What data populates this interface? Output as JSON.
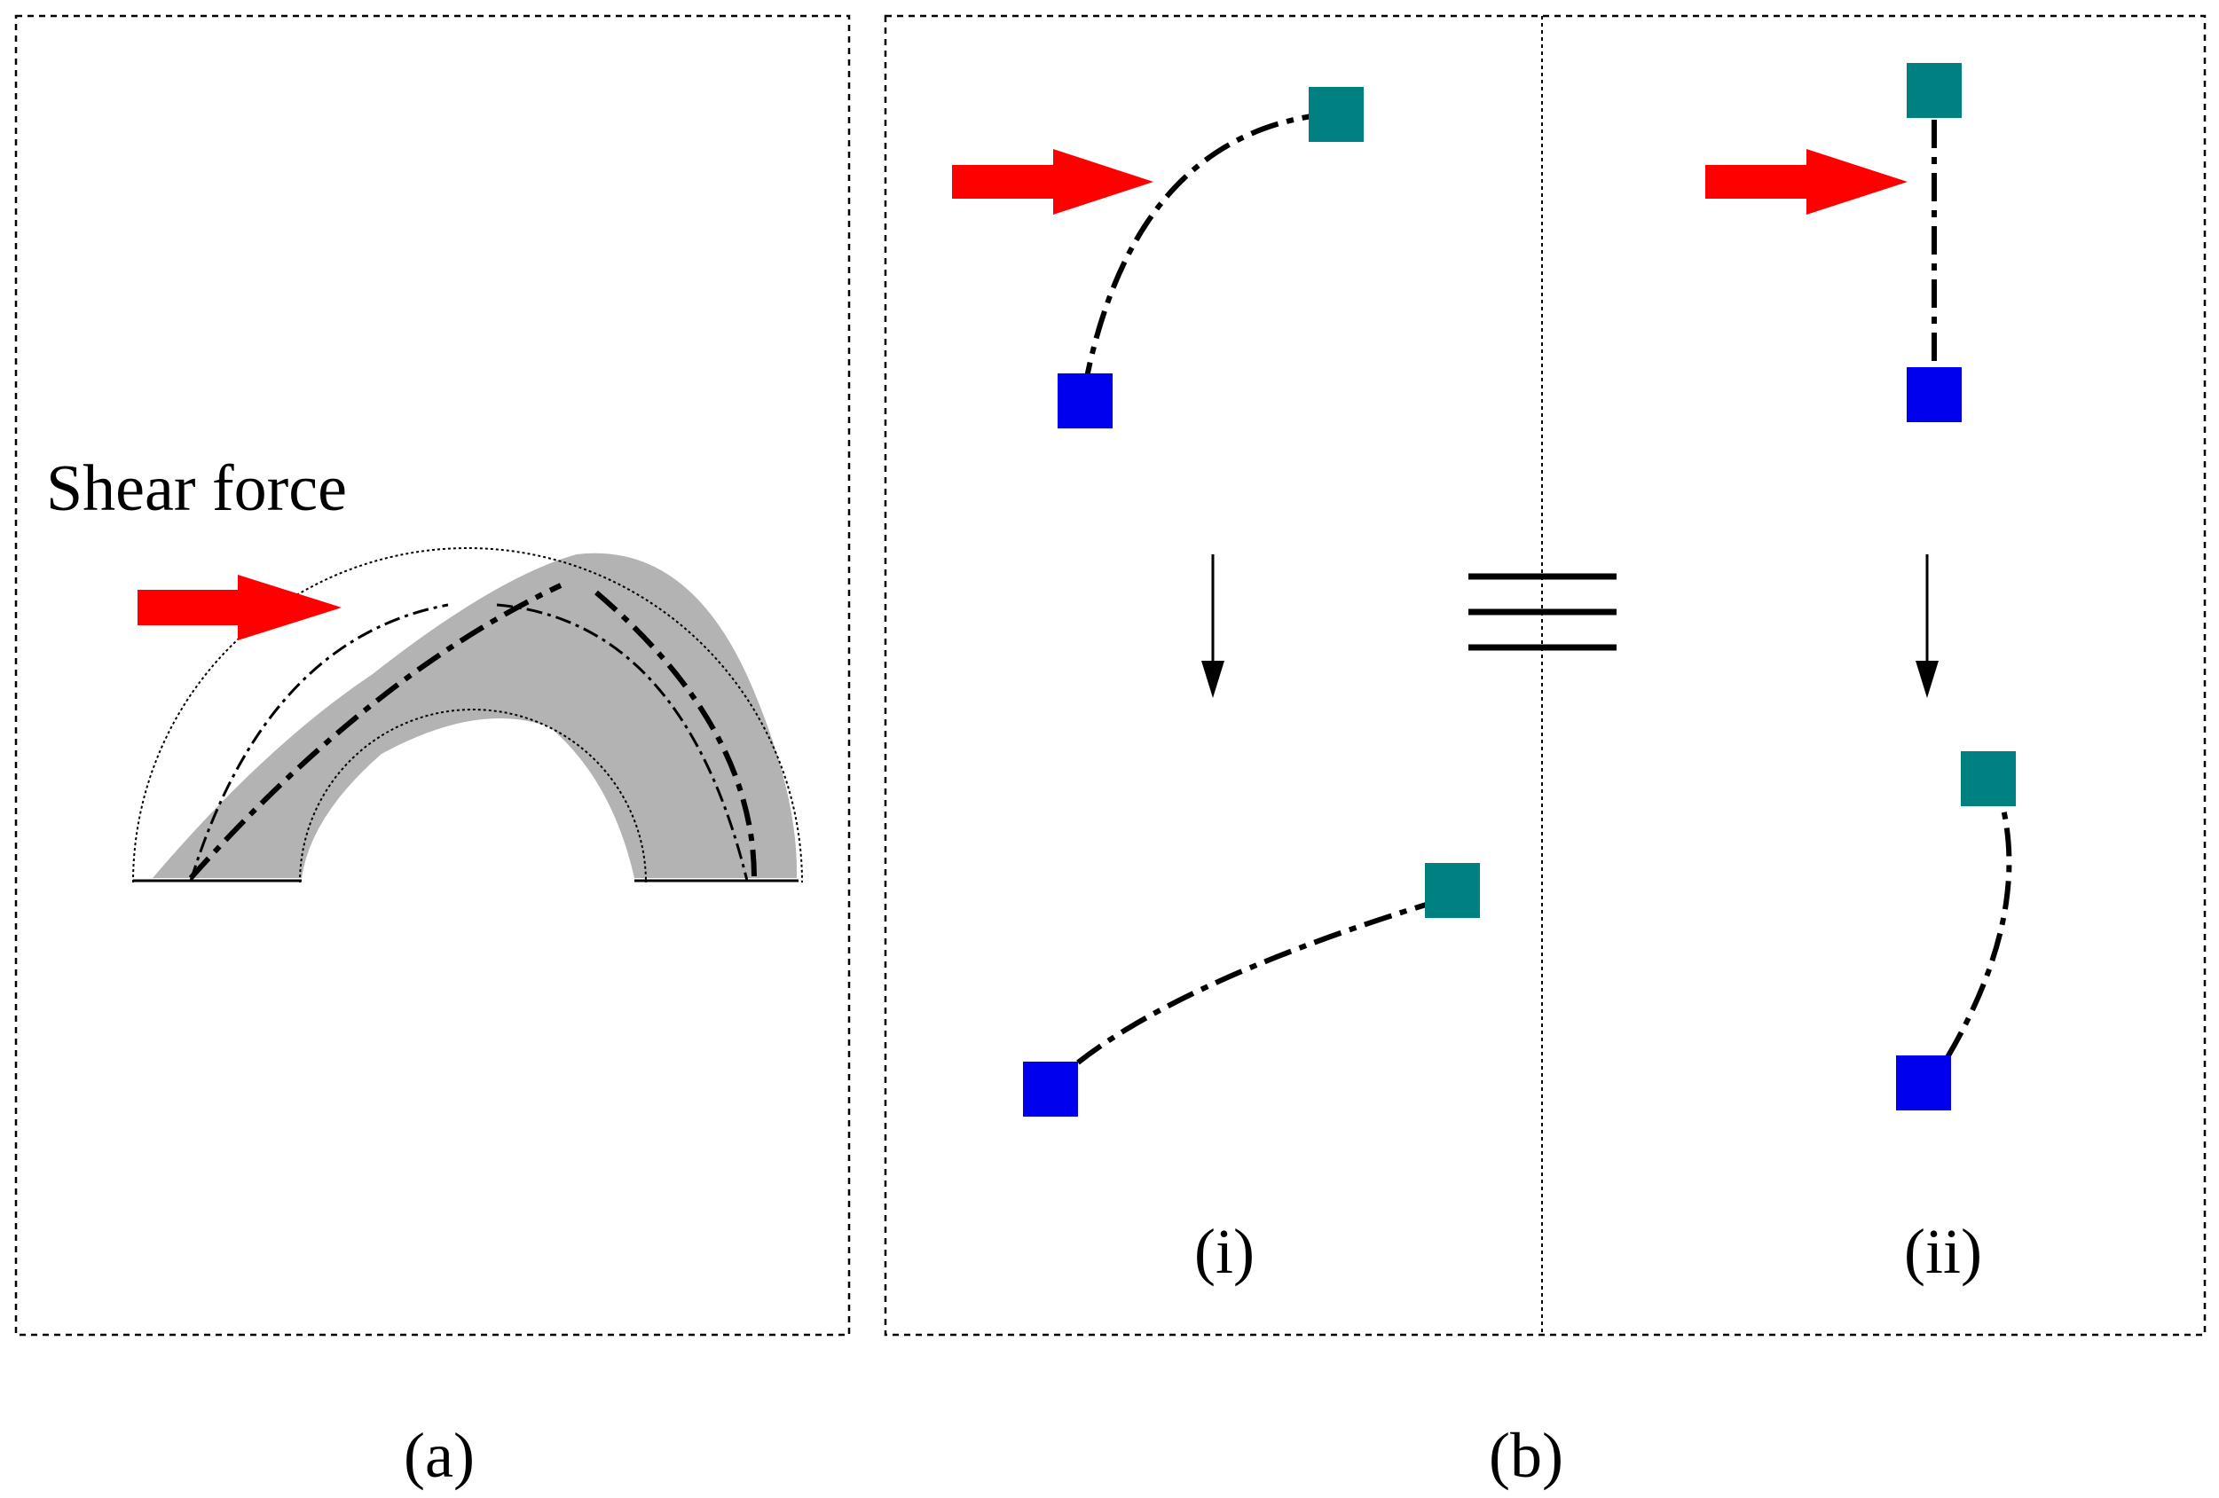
{
  "labels": {
    "shear_force": "Shear force",
    "panel_a": "(a)",
    "panel_b": "(b)",
    "sub_i": "(i)",
    "sub_ii": "(ii)"
  },
  "colors": {
    "force_arrow": "#ff0000",
    "anchor_fixed": "#0000ee",
    "anchor_free": "#008080",
    "arch_fill": "#b3b3b3",
    "line": "#000000"
  },
  "icons": {
    "force": "red-arrow-icon",
    "anchor_blue": "blue-square-icon",
    "anchor_teal": "teal-square-icon",
    "equivalence": "triple-bar-icon",
    "transition": "down-arrow-icon"
  }
}
